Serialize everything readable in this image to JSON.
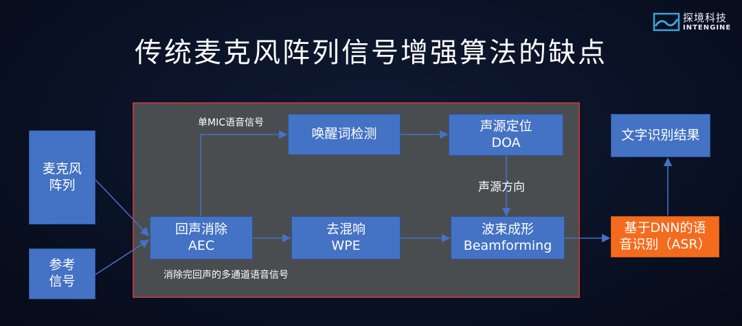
{
  "title": "传统麦克风阵列信号增强算法的缺点",
  "logo": {
    "name_cn": "探境科技",
    "name_en": "INTENGINE"
  },
  "nodes": {
    "mic_array": [
      "麦克风",
      "阵列"
    ],
    "reference": [
      "参考",
      "信号"
    ],
    "aec": [
      "回声消除",
      "AEC"
    ],
    "wpe": [
      "去混响",
      "WPE"
    ],
    "beamforming": [
      "波束成形",
      "Beamforming"
    ],
    "wakeword": [
      "唤醒词检测"
    ],
    "doa": [
      "声源定位",
      "DOA"
    ],
    "asr": [
      "基于DNN的语",
      "音识别（ASR）"
    ],
    "result": [
      "文字识别结果"
    ]
  },
  "edge_labels": {
    "single_mic": "单MIC语音信号",
    "direction": "声源方向",
    "multichannel": "消除完回声的多通道语音信号"
  },
  "colors": {
    "box": "#4472c4",
    "asr_box": "#f46b1e",
    "panel_border": "#b8363a",
    "arrow": "#4472c4"
  }
}
